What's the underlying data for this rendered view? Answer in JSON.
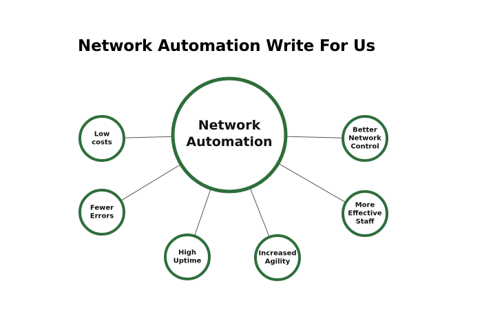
{
  "title": "Network Automation Write For Us",
  "colors": {
    "ring": "#2f6e3b",
    "connector": "#555555",
    "text": "#111111",
    "background": "#ffffff"
  },
  "center": {
    "lines": [
      "Network",
      "Automation"
    ]
  },
  "nodes": [
    {
      "id": "low-costs",
      "lines": [
        "Low",
        "costs"
      ]
    },
    {
      "id": "fewer-errors",
      "lines": [
        "Fewer",
        "Errors"
      ]
    },
    {
      "id": "high-uptime",
      "lines": [
        "High",
        "Uptime"
      ]
    },
    {
      "id": "increased-agility",
      "lines": [
        "Increased",
        "Agility"
      ]
    },
    {
      "id": "more-effective-staff",
      "lines": [
        "More",
        "Effective",
        "Staff"
      ]
    },
    {
      "id": "better-network-control",
      "lines": [
        "Better",
        "Network",
        "Control"
      ]
    }
  ]
}
